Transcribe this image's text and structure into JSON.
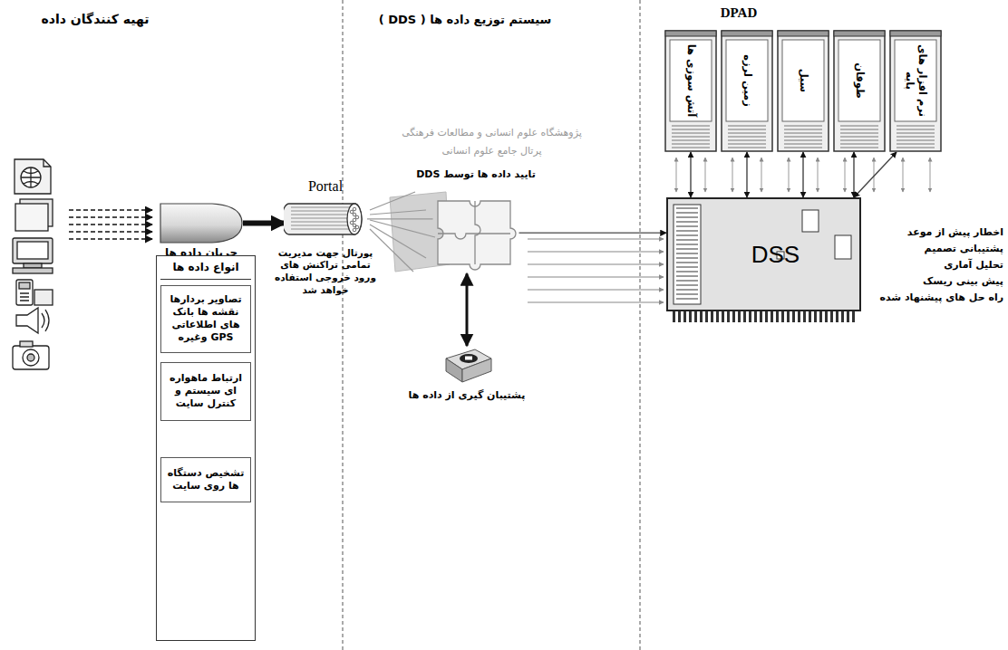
{
  "diagram": {
    "title": "تهیه کنندگان داده",
    "nodes": [
      {
        "text": [
          "جریان داده ها"
        ]
      },
      {
        "text": [
          "انواع داده ها"
        ]
      },
      {
        "text": [
          "تصاویر بردارها نقشه ها بانک های اطلاعاتی GPS وغیره"
        ],
        "in": 1
      },
      {
        "text": [
          "ارتباط ماهواره ای سیستم و کنترل سایت"
        ],
        "in": 1
      },
      {
        "text": [
          "تشخیص دستگاه ها روی سایت"
        ],
        "in": 1
      },
      {
        "text": [
          "Portal",
          "پورتال جهت مدیریت تمامی تراکنش های ورود خروجی استفاده خواهد شد"
        ]
      },
      {
        "text": [
          "تایید داده ها توسط DDS"
        ]
      },
      {
        "text": [
          "پشتیبان گیری از داده ها"
        ]
      },
      {
        "text": [
          "آتش سوزی ها"
        ]
      },
      {
        "text": [
          "زمین لرزه"
        ]
      },
      {
        "text": [
          "سیل"
        ]
      },
      {
        "text": [
          "طوفان"
        ]
      },
      {
        "text": [
          "نرم افزار های پایه"
        ]
      },
      {
        "text": [
          "DSS"
        ]
      }
    ],
    "edges": [
      {
        "from": 0,
        "to": 5,
        "arrow": "to"
      },
      {
        "from": 5,
        "to": 6,
        "arrow": "none"
      },
      {
        "from": 6,
        "to": 13,
        "arrow": "to"
      },
      {
        "from": 6,
        "to": 7,
        "arrow": "both"
      },
      {
        "from": 13,
        "to": 8,
        "arrow": "both"
      },
      {
        "from": 13,
        "to": 9,
        "arrow": "both"
      },
      {
        "from": 13,
        "to": 10,
        "arrow": "both"
      },
      {
        "from": 13,
        "to": 11,
        "arrow": "both"
      },
      {
        "from": 13,
        "to": 12,
        "arrow": "both"
      }
    ],
    "labels": [
      "سیستم توزیع داده ها ( DDS )",
      "DPAD",
      "اخطار پیش از موعد",
      "پشتیبانی تصمیم",
      "تحلیل آماری",
      "پیش بینی ریسک",
      "راه حل های پیشنهاد شده",
      "پژوهشگاه علوم انسانی و مطالعات فرهنگی",
      "پرتال جامع علوم انسانی"
    ]
  }
}
